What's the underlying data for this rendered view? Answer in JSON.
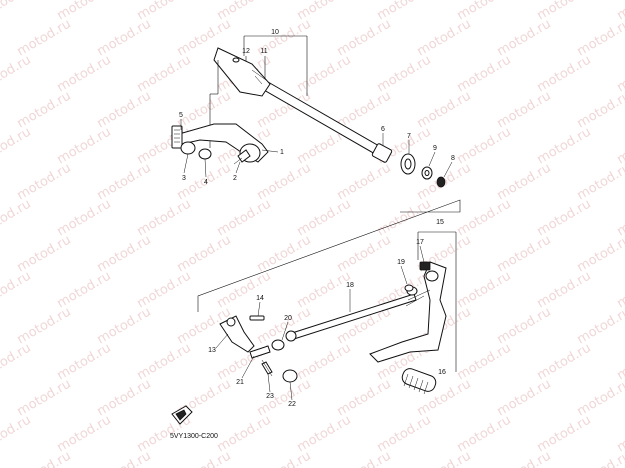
{
  "watermark": "motod.ru",
  "drawing_code": "5VY1300-C200",
  "callouts": [
    "1",
    "2",
    "3",
    "4",
    "5",
    "6",
    "7",
    "8",
    "9",
    "10",
    "11",
    "12",
    "13",
    "14",
    "15",
    "16",
    "17",
    "18",
    "19",
    "20",
    "21",
    "22",
    "23"
  ],
  "colors": {
    "ink": "#111111",
    "watermark": "#f1d7d7",
    "background": "#ffffff"
  },
  "icons": {
    "front_arrow": "front-arrow-icon"
  }
}
